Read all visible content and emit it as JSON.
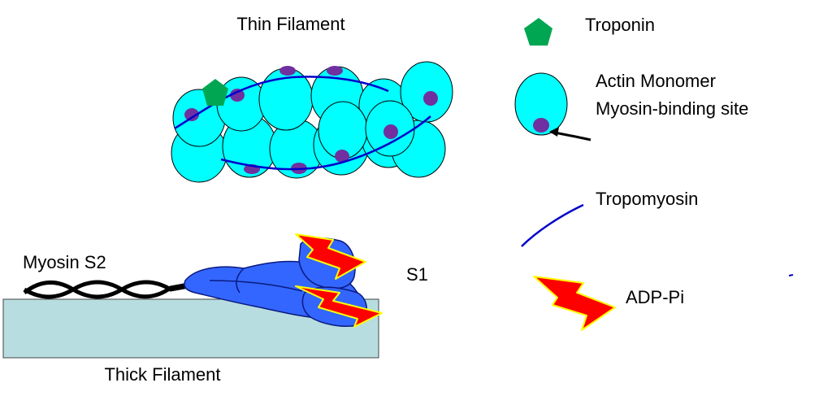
{
  "labels": {
    "thin_filament": "Thin Filament",
    "troponin": "Troponin",
    "actin_monomer": "Actin Monomer",
    "myosin_binding_site": "Myosin-binding site",
    "tropomyosin": "Tropomyosin",
    "myosin_s2": "Myosin S2",
    "s1": "S1",
    "adp_pi": "ADP-Pi",
    "thick_filament": "Thick Filament"
  },
  "colors": {
    "actin": "#00ffff",
    "binding_site": "#7030a0",
    "troponin": "#00a651",
    "tropomyosin": "#0000cc",
    "myosin_head": "#3366ff",
    "thick_filament": "#b7dde0",
    "adp_bolt": "#ff0000",
    "adp_bolt_outline": "#ffff00",
    "s2_coil": "#000000"
  }
}
